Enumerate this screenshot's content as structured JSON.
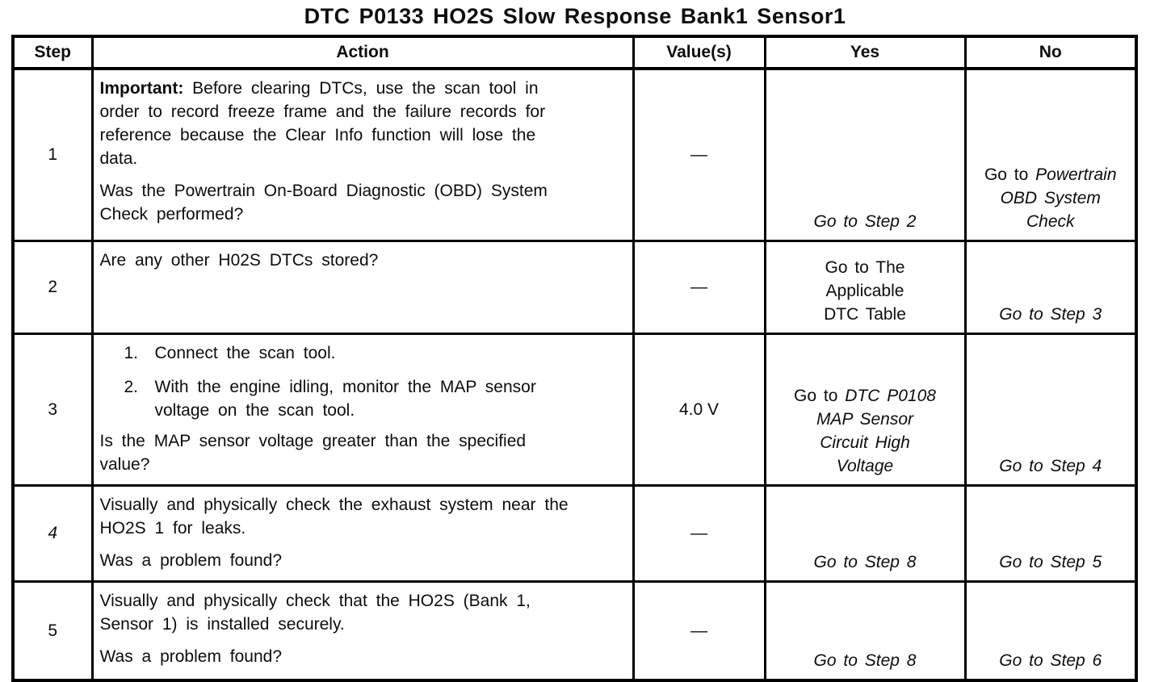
{
  "colors": {
    "background": "#ffffff",
    "text": "#0d0d0d",
    "border": "#000000"
  },
  "title": "DTC P0133 HO2S Slow Response Bank1 Sensor1",
  "table": {
    "headers": {
      "step": "Step",
      "action": "Action",
      "values": "Value(s)",
      "yes": "Yes",
      "no": "No"
    },
    "rows": [
      {
        "step": "1",
        "action": {
          "important_label": "Important:",
          "important_text": " Before clearing DTCs, use the scan tool in\norder to record freeze frame and the failure records for\nreference because the Clear Info function will lose the\ndata.",
          "question": "Was the Powertrain On-Board Diagnostic (OBD) System\nCheck performed?"
        },
        "value": "—",
        "yes": {
          "pre": "",
          "em": "Go to Step 2"
        },
        "no": {
          "pre": "Go to ",
          "em": "Powertrain\nOBD System\nCheck"
        }
      },
      {
        "step": "2",
        "action": {
          "question": "Are any other H02S DTCs stored?"
        },
        "value": "—",
        "yes": {
          "pre": "Go to The\nApplicable\nDTC Table",
          "em": ""
        },
        "no": {
          "pre": "",
          "em": "Go to Step 3"
        }
      },
      {
        "step": "3",
        "action": {
          "list": [
            {
              "num": "1.",
              "text": "Connect the scan tool."
            },
            {
              "num": "2.",
              "text": "With the engine idling, monitor the MAP sensor\nvoltage on the scan tool."
            }
          ],
          "question": "Is the MAP sensor voltage greater than the specified\nvalue?"
        },
        "value": "4.0 V",
        "yes": {
          "pre": "Go to ",
          "em": "DTC P0108\nMAP Sensor\nCircuit High\nVoltage"
        },
        "no": {
          "pre": "",
          "em": "Go to Step 4"
        }
      },
      {
        "step": "4",
        "action": {
          "text": "Visually and physically check the exhaust system near the\nHO2S 1 for leaks.",
          "question": "Was a problem found?"
        },
        "value": "—",
        "yes": {
          "pre": "",
          "em": "Go to Step 8"
        },
        "no": {
          "pre": "",
          "em": "Go to Step 5"
        }
      },
      {
        "step": "5",
        "action": {
          "text": "Visually and physically check that the HO2S (Bank 1,\nSensor 1) is installed securely.",
          "question": "Was a problem found?"
        },
        "value": "—",
        "yes": {
          "pre": "",
          "em": "Go to Step 8"
        },
        "no": {
          "pre": "",
          "em": "Go to Step 6"
        }
      }
    ]
  }
}
